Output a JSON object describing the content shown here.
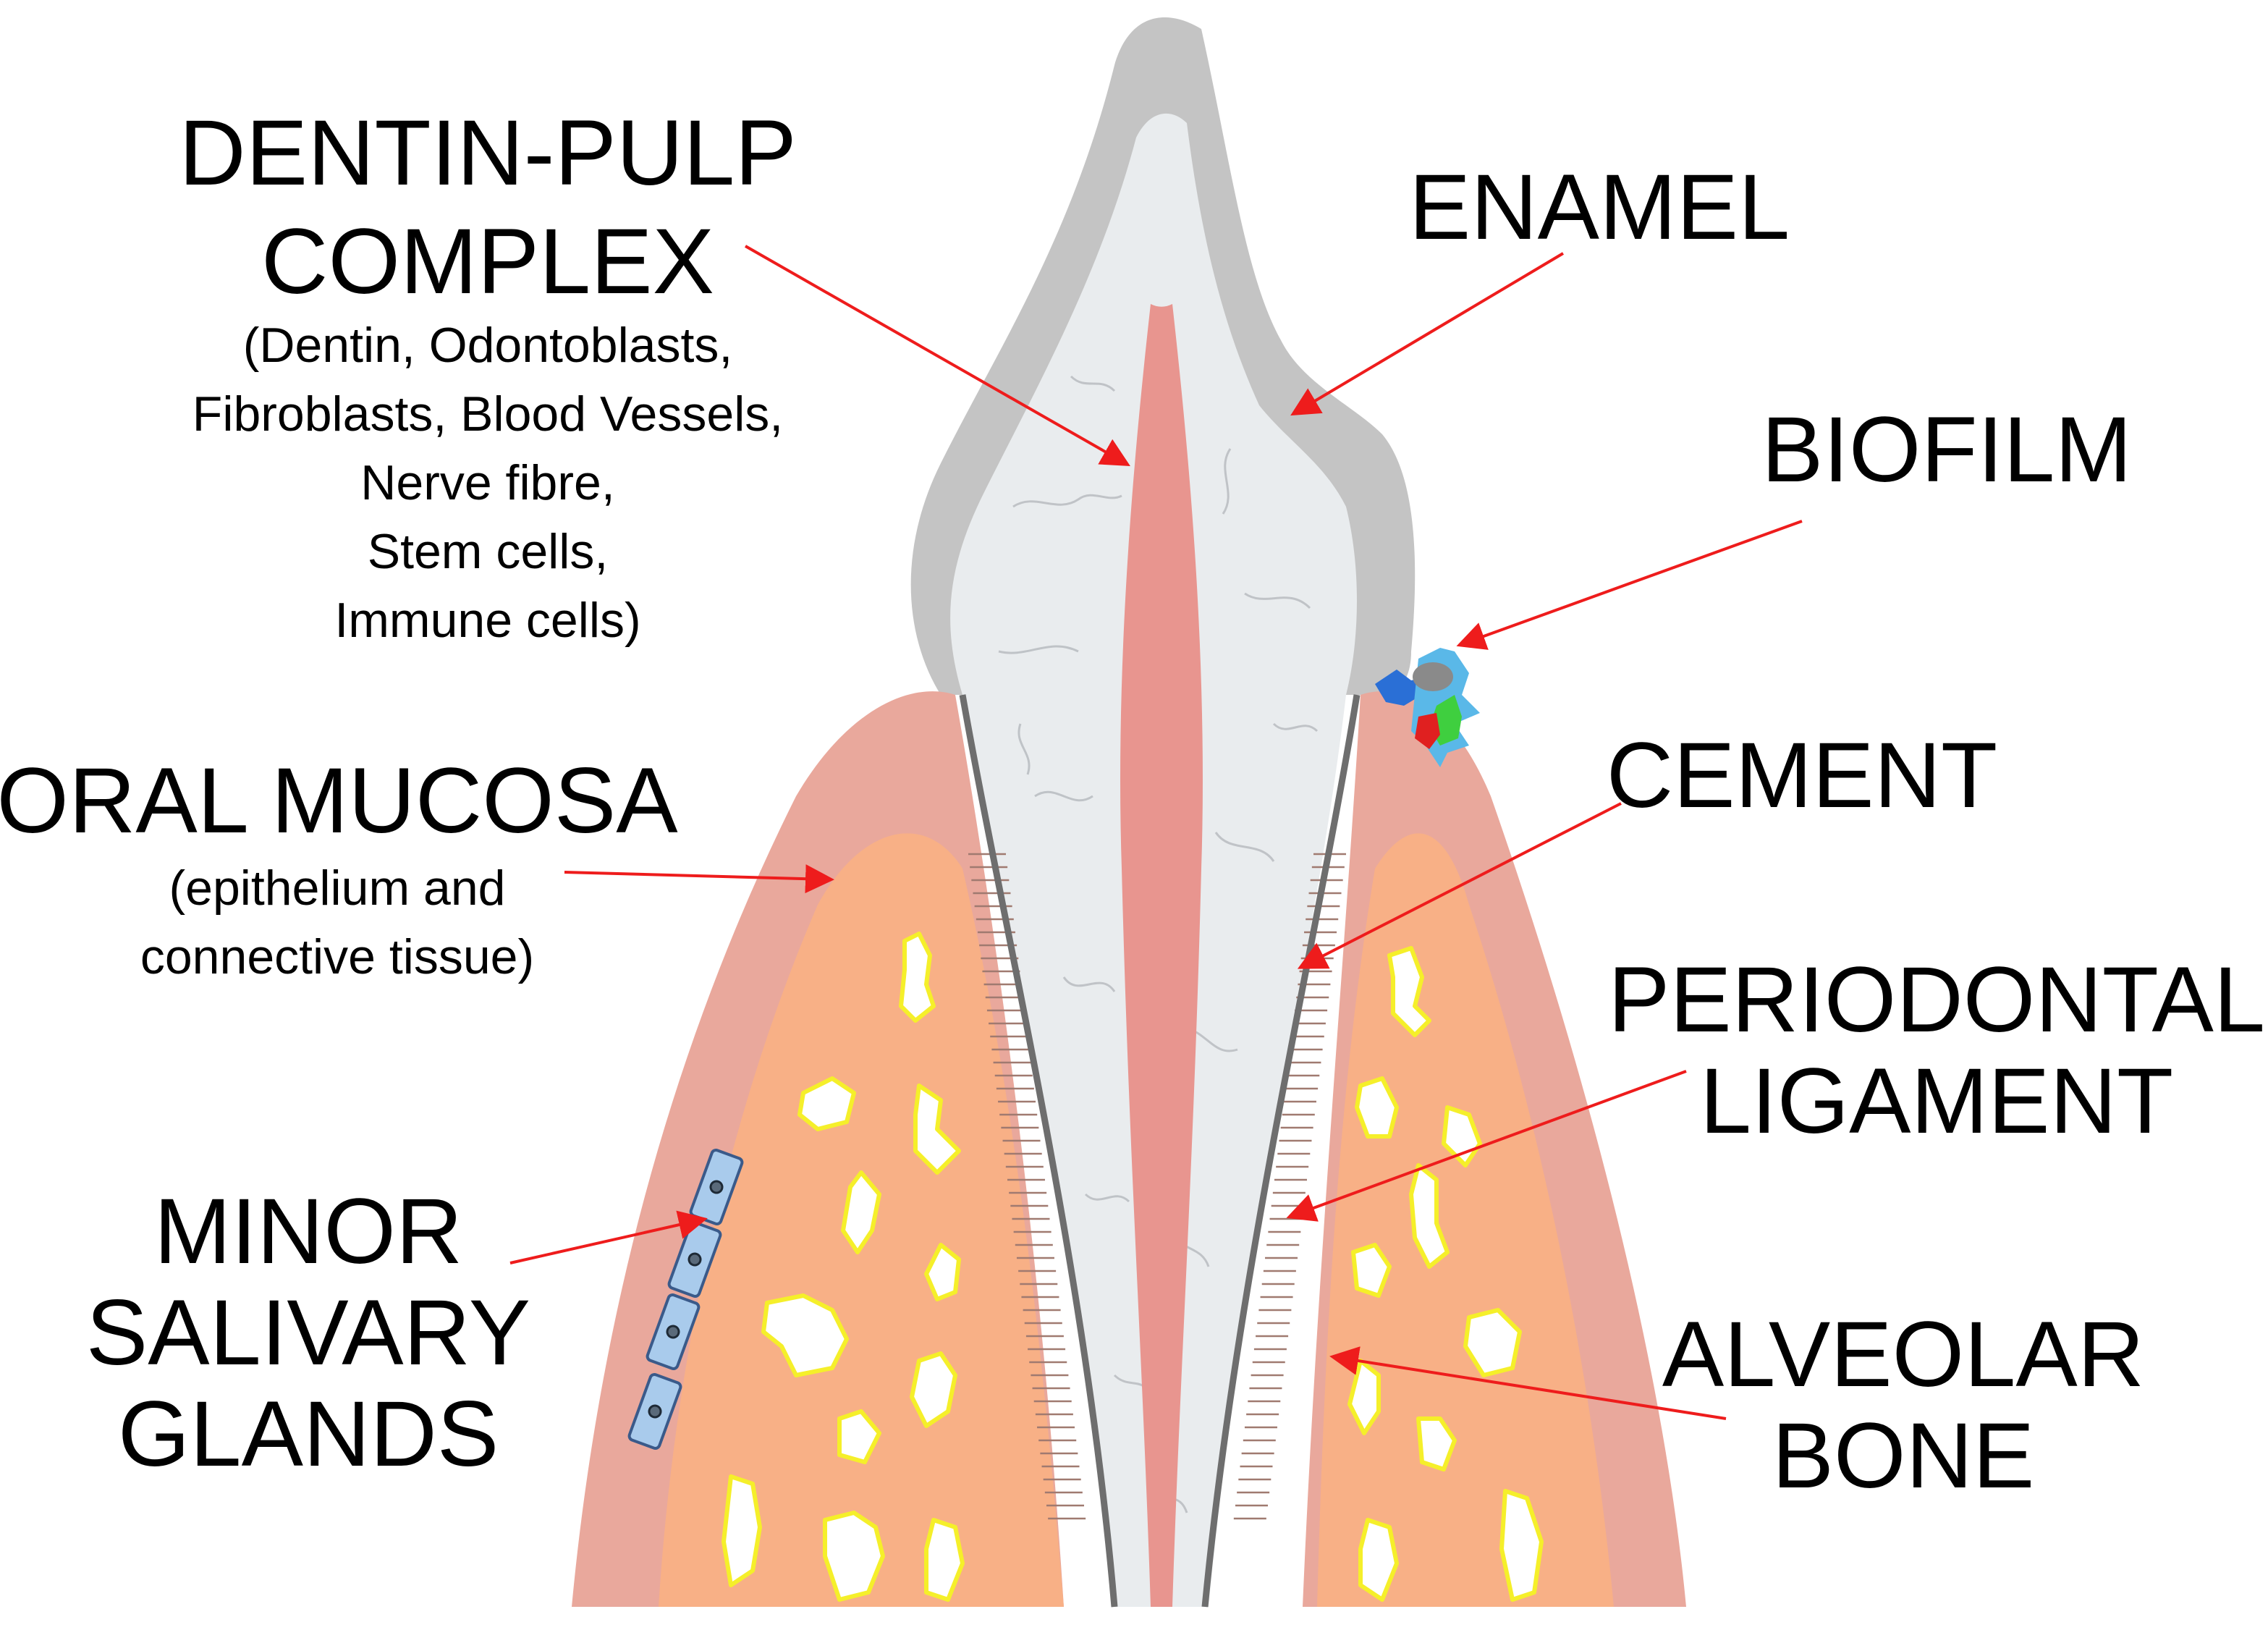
{
  "labels": {
    "dentin_pulp": {
      "title_lines": [
        "DENTIN-PULP",
        "COMPLEX"
      ],
      "detail_lines": [
        "(Dentin, Odontoblasts,",
        "Fibroblasts, Blood Vessels,",
        "Nerve fibre,",
        "Stem cells,",
        "Immune cells)"
      ]
    },
    "enamel": {
      "title_lines": [
        "ENAMEL"
      ]
    },
    "biofilm": {
      "title_lines": [
        "BIOFILM"
      ]
    },
    "oral_mucosa": {
      "title_lines": [
        "ORAL MUCOSA"
      ],
      "detail_lines": [
        "(epithelium and",
        "connective tissue)"
      ]
    },
    "cement": {
      "title_lines": [
        "CEMENT"
      ]
    },
    "periodontal_ligament": {
      "title_lines": [
        "PERIODONTAL",
        "LIGAMENT"
      ]
    },
    "minor_salivary_glands": {
      "title_lines": [
        "MINOR",
        "SALIVARY",
        "GLANDS"
      ]
    },
    "alveolar_bone": {
      "title_lines": [
        "ALVEOLAR",
        "BONE"
      ]
    }
  },
  "colors": {
    "enamel": "#c4c4c4",
    "dentin": "#e9ecee",
    "pulp": "#e8958f",
    "mucosa": "#e9a89c",
    "bone": "#f8b086",
    "marrow_fill": "#ffffff",
    "marrow_outline": "#f5ef2a",
    "cementum_line": "#6e6e6e",
    "gland_fill": "#a9cbec",
    "gland_outline": "#3a5a8a",
    "arrow": "#ee1c1c",
    "biofilm": [
      "#2a6fd6",
      "#8a8a8a",
      "#3fcf3f",
      "#e02020",
      "#5ab8e8"
    ]
  }
}
